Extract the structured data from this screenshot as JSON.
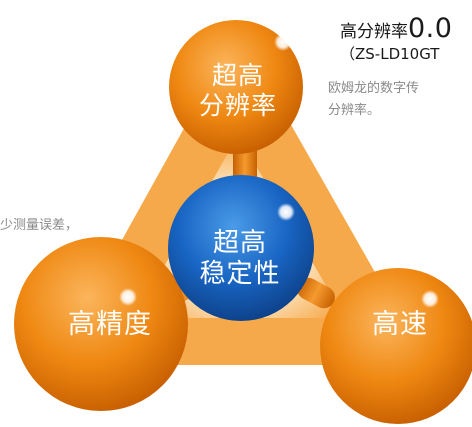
{
  "balls": {
    "top": {
      "line1": "超高",
      "line2": "分辨率"
    },
    "center": {
      "line1": "超高",
      "line2": "稳定性"
    },
    "left": {
      "label": "高精度"
    },
    "right": {
      "label": "高速"
    }
  },
  "resolution_panel": {
    "headline_text": "高分辨率",
    "headline_value": "0.0",
    "model": "（ZS-LD10GT",
    "description_line1": "欧姆龙的数字传",
    "description_line2": "分辨率。"
  },
  "accuracy_panel": {
    "description": "少测量误差，"
  },
  "colors": {
    "orange_ball": "#f08c14",
    "orange_frame": "#f7b055",
    "blue_ball": "#1a6ac5",
    "highlight": "#ffffff"
  }
}
